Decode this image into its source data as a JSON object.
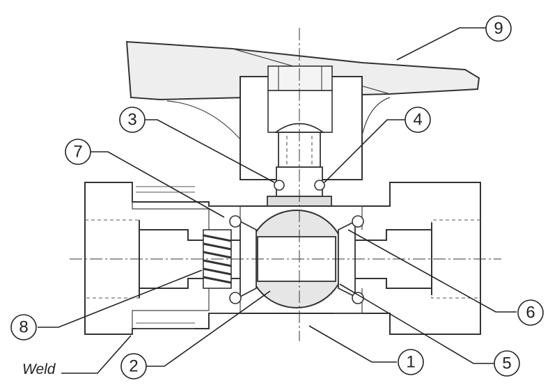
{
  "colors": {
    "line": "#333333",
    "handle_fill": "#eeeeee",
    "body_fill": "#ffffff",
    "ball_fill": "#e6e6e6"
  },
  "callouts": [
    {
      "number": "1"
    },
    {
      "number": "2"
    },
    {
      "number": "3"
    },
    {
      "number": "4"
    },
    {
      "number": "5"
    },
    {
      "number": "6"
    },
    {
      "number": "7"
    },
    {
      "number": "8"
    },
    {
      "number": "9"
    }
  ],
  "weld_label": "Weld"
}
